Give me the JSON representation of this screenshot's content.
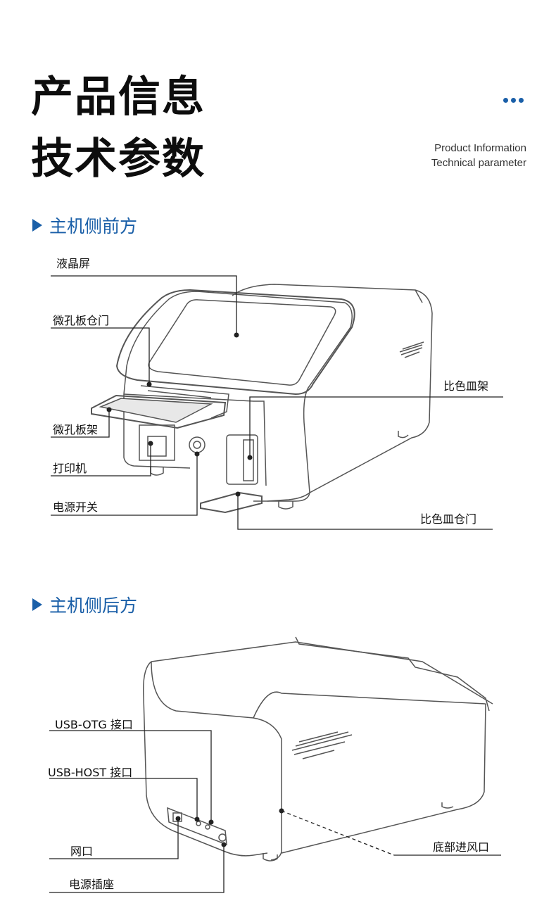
{
  "header": {
    "title_line1": "产品信息",
    "title_line2": "技术参数",
    "subtitle_en_line1": "Product Information",
    "subtitle_en_line2": "Technical parameter",
    "menu_icon": "ellipsis-icon"
  },
  "front": {
    "heading": "主机侧前方",
    "labels": {
      "lcd": "液晶屏",
      "plate_door": "微孔板仓门",
      "plate_rack": "微孔板架",
      "printer": "打印机",
      "power_switch": "电源开关",
      "cuvette_rack": "比色皿架",
      "cuvette_door": "比色皿仓门"
    }
  },
  "rear": {
    "heading": "主机侧后方",
    "labels": {
      "usb_otg": "USB-OTG 接口",
      "usb_host": "USB-HOST 接口",
      "network": "网口",
      "power_socket": "电源插座",
      "bottom_vent": "底部进风口"
    }
  },
  "colors": {
    "accent": "#1a5fa8",
    "line": "#222222",
    "device_stroke": "#555555"
  }
}
